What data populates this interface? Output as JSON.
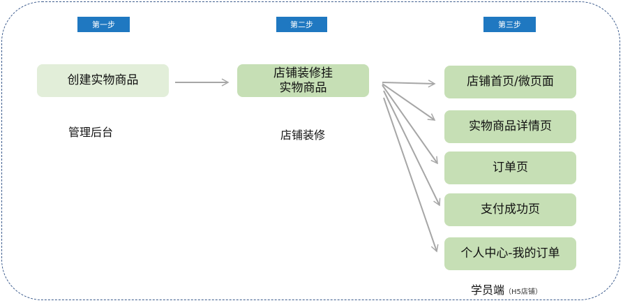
{
  "steps": [
    "第一步",
    "第二步",
    "第三步"
  ],
  "boxes": {
    "create": "创建实物商品",
    "decorate": "店铺装修挂\n实物商品",
    "targets": [
      "店铺首页/微页面",
      "实物商品详情页",
      "订单页",
      "支付成功页",
      "个人中心-我的订单"
    ]
  },
  "captions": {
    "admin": "管理后台",
    "store": "店铺装修",
    "student": "学员端",
    "student_note": "（H5店铺）"
  },
  "colors": {
    "step_bg": "#1f78c1",
    "box_light": "#e2eed9",
    "box_green": "#c6dfb5",
    "arrow": "#a6a6a6",
    "frame": "#3a5a8c"
  }
}
